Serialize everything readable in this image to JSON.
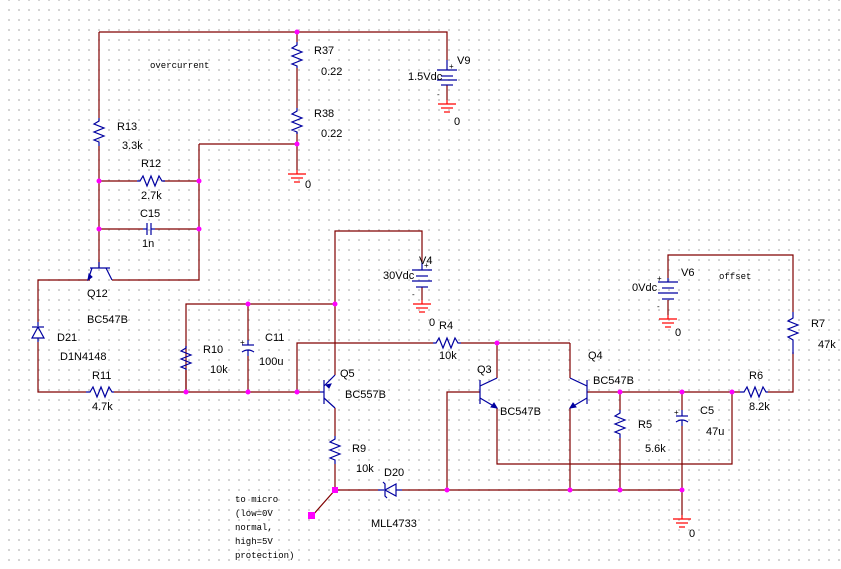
{
  "components": {
    "r37": {
      "ref": "R37",
      "value": "0.22"
    },
    "r38": {
      "ref": "R38",
      "value": "0.22"
    },
    "r13": {
      "ref": "R13",
      "value": "3.3k"
    },
    "r12": {
      "ref": "R12",
      "value": "2.7k"
    },
    "c15": {
      "ref": "C15",
      "value": "1n"
    },
    "q12": {
      "ref": "Q12",
      "value": "BC547B"
    },
    "d21": {
      "ref": "D21",
      "value": "D1N4148"
    },
    "r11": {
      "ref": "R11",
      "value": "4.7k"
    },
    "r10": {
      "ref": "R10",
      "value": "10k"
    },
    "c11": {
      "ref": "C11",
      "value": "100u"
    },
    "q5": {
      "ref": "Q5",
      "value": "BC557B"
    },
    "r9": {
      "ref": "R9",
      "value": "10k"
    },
    "d20": {
      "ref": "D20",
      "value": "MLL4733"
    },
    "r4": {
      "ref": "R4",
      "value": "10k"
    },
    "q3": {
      "ref": "Q3",
      "value": "BC547B"
    },
    "q4": {
      "ref": "Q4",
      "value": "BC547B"
    },
    "r5": {
      "ref": "R5",
      "value": "5.6k"
    },
    "c5": {
      "ref": "C5",
      "value": "47u"
    },
    "r6": {
      "ref": "R6",
      "value": "8.2k"
    },
    "r7": {
      "ref": "R7",
      "value": "47k"
    },
    "v9": {
      "ref": "V9",
      "value": "1.5Vdc"
    },
    "v4": {
      "ref": "V4",
      "value": "30Vdc"
    },
    "v6": {
      "ref": "V6",
      "value": "0Vdc"
    }
  },
  "polarity": {
    "plus": "+",
    "minus": "-"
  },
  "ground_label": "0",
  "annotations": {
    "overcurrent": "overcurrent",
    "offset": "offset",
    "micro_note": [
      "to micro",
      "(low=0V",
      "normal,",
      "high=5V",
      "protection)"
    ]
  }
}
